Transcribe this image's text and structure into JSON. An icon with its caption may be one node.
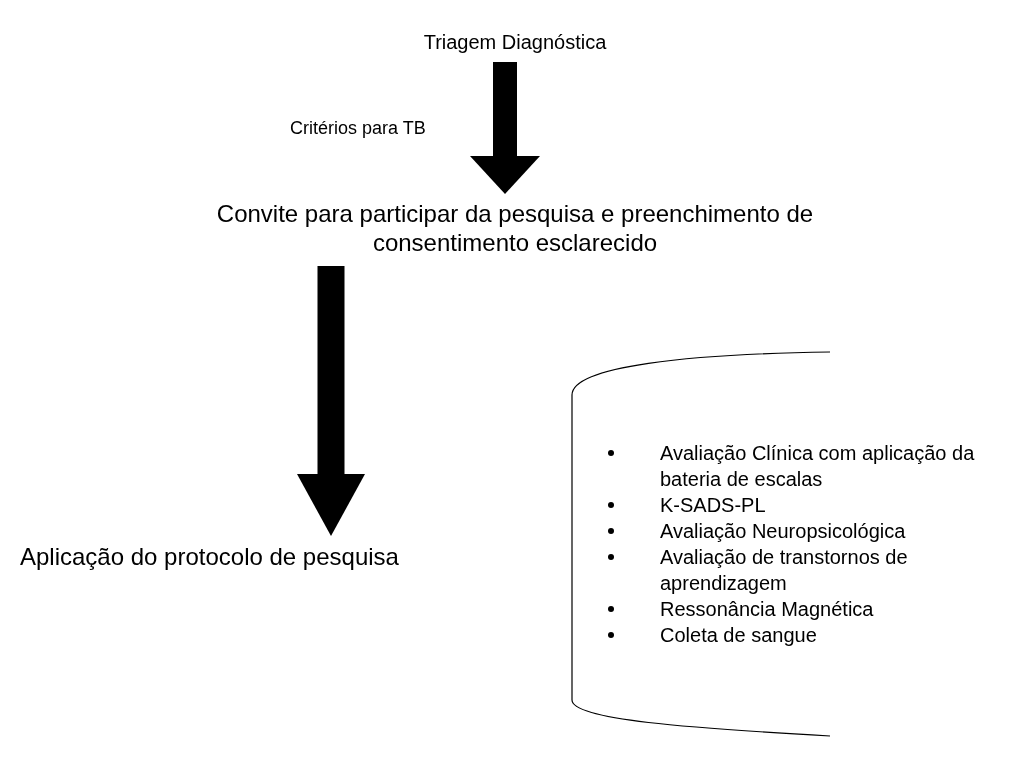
{
  "diagram": {
    "nodes": [
      {
        "text": [
          "Triagem Diagnóstica"
        ]
      },
      {
        "text": [
          "Convite para participar da pesquisa e preenchimento de consentimento esclarecido"
        ]
      },
      {
        "text": [
          "Aplicação do protocolo de pesquisa"
        ]
      },
      {
        "text": [
          "Avaliação Clínica com aplicação da bateria de escalas",
          "K-SADS-PL",
          "Avaliação Neuropsicológica",
          "Avaliação de transtornos de aprendizagem",
          "Ressonância Magnética",
          "Coleta de sangue"
        ]
      }
    ],
    "edges": [
      {
        "from": 0,
        "to": 1,
        "arrow": "to",
        "label": "Critérios para TB"
      },
      {
        "from": 1,
        "to": 2,
        "arrow": "to"
      }
    ]
  }
}
